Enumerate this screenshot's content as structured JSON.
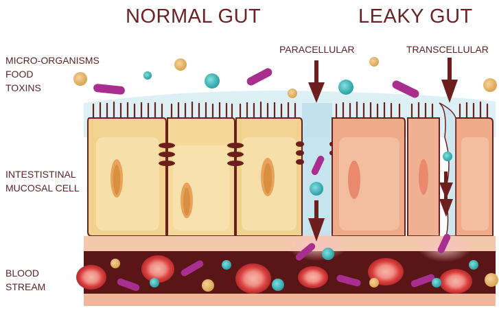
{
  "titles": {
    "normal": "NORMAL GUT",
    "leaky": "LEAKY GUT"
  },
  "labels": {
    "microorganisms": "MICRO-ORGANISMS",
    "food": "FOOD",
    "toxins": "TOXINS",
    "paracellular": "PARACELLULAR",
    "transcellular": "TRANSCELLULAR",
    "mucosal_line1": "INTESTISTINAL",
    "mucosal_line2": "MUCOSAL CELL",
    "blood_line1": "BLOOD",
    "blood_line2": "STREAM"
  },
  "colors": {
    "title_text": "#6b2224",
    "normal_cell": "#f2d28f",
    "leaky_cell": "#efaa8a",
    "cell_outline": "#6b1e1c",
    "fluid": "#bfe1ec",
    "blood_dark": "#5a1616",
    "blood_band": "#f0bfa4",
    "red_cell": "#d9484a",
    "arrow": "#6d1e1e",
    "bacteria": "#a82f8f",
    "toxin": "#3bb3b3",
    "food": "#e3b46a"
  }
}
